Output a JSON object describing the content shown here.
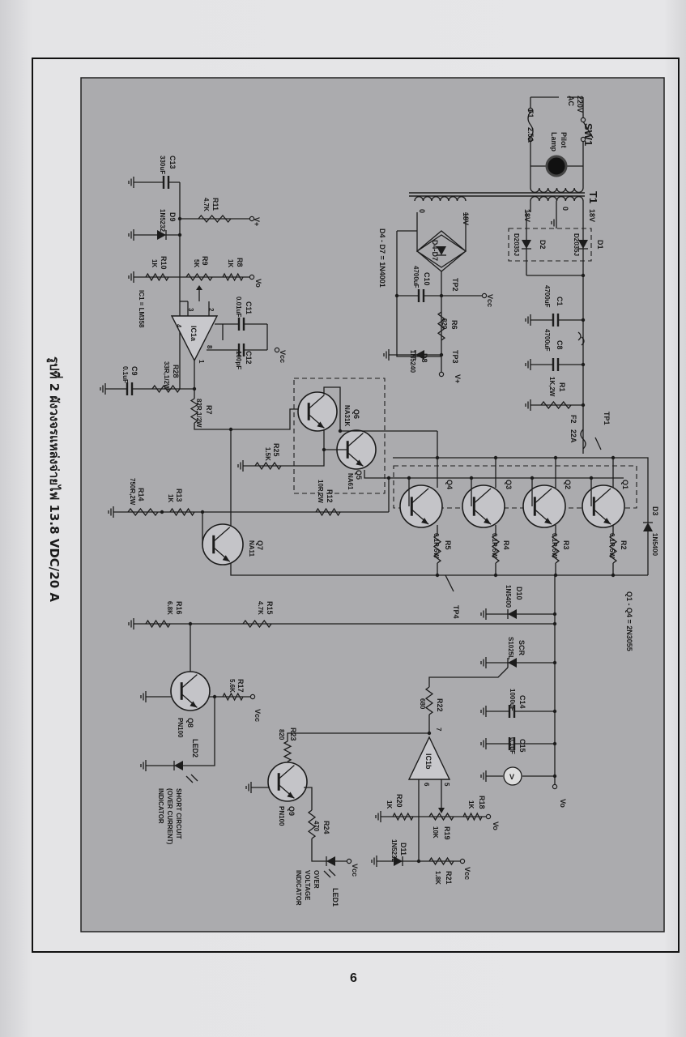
{
  "caption": "รูปที่ 2 ผังวงจรแหล่งจ่ายไฟ 13.8 VDC/20 A",
  "page_number": "6",
  "nets": {
    "vplus": "V+",
    "vo": "Vo",
    "vcc": "Vcc"
  },
  "notes": {
    "ic1": "IC1 = LM358",
    "d4_d7": "D4 - D7 = 1N4001",
    "q1_q4": "Q1 - Q4 = 2N3055",
    "short_circuit": [
      "SHORT CIRCUIT",
      "(OVER CURRENT)",
      "INDICATOR"
    ],
    "over_voltage": [
      "OVER",
      "VOLTAGE",
      "INDICATOR"
    ],
    "mains": [
      "220V",
      "AC"
    ],
    "pilot_lamp": [
      "Pilot",
      "Lamp"
    ],
    "meter": "V"
  },
  "transformer": {
    "ref": "T1",
    "taps_primary_side": [
      "18V",
      "0",
      "18V"
    ],
    "taps_aux": [
      "18V",
      "0"
    ]
  },
  "test_points": [
    "TP1",
    "TP2",
    "TP3",
    "TP4"
  ],
  "opamp_pins": {
    "a": [
      "3",
      "2",
      "4",
      "8",
      "1"
    ],
    "b": [
      "7",
      "6",
      "5"
    ]
  },
  "parts": {
    "SW1": {
      "ref": "SW1"
    },
    "F1": {
      "ref": "F1",
      "value": "2.5A"
    },
    "F2": {
      "ref": "F2",
      "value": "22A"
    },
    "D1": {
      "ref": "D1",
      "value": "D2035J"
    },
    "D2": {
      "ref": "D2",
      "value": "D2035J"
    },
    "D3": {
      "ref": "D3",
      "value": "1N5400"
    },
    "D4D7": {
      "ref": "D4-D7"
    },
    "D8": {
      "ref": "D8",
      "value": "1N5240"
    },
    "D9": {
      "ref": "D9",
      "value": "1N5232"
    },
    "D10": {
      "ref": "D10",
      "value": "1N5400"
    },
    "D11": {
      "ref": "D11",
      "value": "1N5232"
    },
    "C1": {
      "ref": "C1",
      "value": "4700uF"
    },
    "C8": {
      "ref": "C8",
      "value": "4700uF"
    },
    "C9": {
      "ref": "C9",
      "value": "0.1uF"
    },
    "C10": {
      "ref": "C10",
      "value": "4700uF"
    },
    "C11": {
      "ref": "C11",
      "value": "0.01uF"
    },
    "C12": {
      "ref": "C12",
      "value": "100pF"
    },
    "C13": {
      "ref": "C13",
      "value": "330uF"
    },
    "C14": {
      "ref": "C14",
      "value": "1000uF"
    },
    "C15": {
      "ref": "C15",
      "value": "0.1uF"
    },
    "R1": {
      "ref": "R1",
      "value": "1K,2W"
    },
    "R2": {
      "ref": "R2",
      "value": "0.1R 5W"
    },
    "R3": {
      "ref": "R3",
      "value": "0.1R 5W"
    },
    "R4": {
      "ref": "R4",
      "value": "0.1R 5W"
    },
    "R5": {
      "ref": "R5",
      "value": "0.1R 5W"
    },
    "R6": {
      "ref": "R6",
      "value": "820"
    },
    "R7": {
      "ref": "R7",
      "value": "82R,1/2W"
    },
    "R8": {
      "ref": "R8",
      "value": "1K"
    },
    "R9": {
      "ref": "R9",
      "value": "5K"
    },
    "R10": {
      "ref": "R10",
      "value": "1K"
    },
    "R11": {
      "ref": "R11",
      "value": "4.7K"
    },
    "R12": {
      "ref": "R12",
      "value": "10R,2W"
    },
    "R13": {
      "ref": "R13",
      "value": "1K"
    },
    "R14": {
      "ref": "R14",
      "value": "750R,2W"
    },
    "R15": {
      "ref": "R15",
      "value": "4.7K"
    },
    "R16": {
      "ref": "R16",
      "value": "6.8K"
    },
    "R17": {
      "ref": "R17",
      "value": "5.6K"
    },
    "R18": {
      "ref": "R18",
      "value": "1K"
    },
    "R19": {
      "ref": "R19",
      "value": "10K"
    },
    "R20": {
      "ref": "R20",
      "value": "1K"
    },
    "R21": {
      "ref": "R21",
      "value": "1.8K"
    },
    "R22": {
      "ref": "R22",
      "value": "680"
    },
    "R23": {
      "ref": "R23",
      "value": "820"
    },
    "R24": {
      "ref": "R24",
      "value": "470"
    },
    "R25": {
      "ref": "R25",
      "value": "1.5K"
    },
    "R28": {
      "ref": "R28",
      "value": "33R,1/2W"
    },
    "Q1": {
      "ref": "Q1"
    },
    "Q2": {
      "ref": "Q2"
    },
    "Q3": {
      "ref": "Q3"
    },
    "Q4": {
      "ref": "Q4"
    },
    "Q5": {
      "ref": "Q5",
      "value": "NA61"
    },
    "Q6": {
      "ref": "Q6",
      "value": "NA31K"
    },
    "Q7": {
      "ref": "Q7",
      "value": "NA11"
    },
    "Q8": {
      "ref": "Q8",
      "value": "PN100"
    },
    "Q9": {
      "ref": "Q9",
      "value": "PN100"
    },
    "IC1a": {
      "ref": "IC1a"
    },
    "IC1b": {
      "ref": "IC1b"
    },
    "SCR": {
      "ref": "SCR",
      "value": "S1025L"
    },
    "LED1": {
      "ref": "LED1"
    },
    "LED2": {
      "ref": "LED2"
    }
  }
}
